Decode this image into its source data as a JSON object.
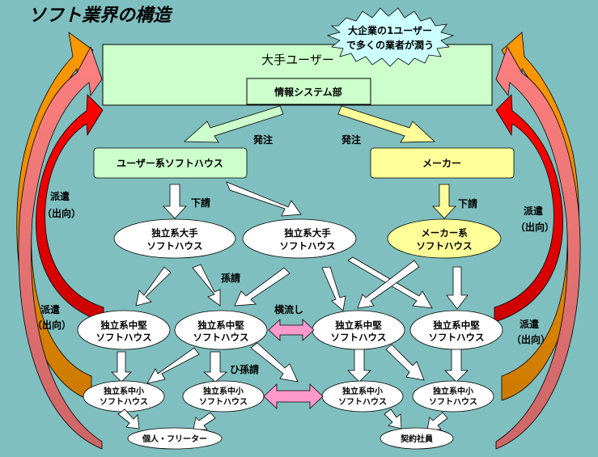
{
  "title": "ソフト業界の構造",
  "callout": {
    "line1": "大企業の1ユーザー",
    "line2": "で多くの業者が潤う"
  },
  "major_user": {
    "label": "大手ユーザー",
    "department": "情報システム部"
  },
  "order_labels": {
    "left": "発注",
    "right": "発注"
  },
  "user_softhouse": "ユーザー系ソフトハウス",
  "maker": "メーカー",
  "subcontract_labels": {
    "left": "下請",
    "right": "下請",
    "grandchild": "孫請",
    "great_grandchild": "ひ孫請",
    "lateral": "横流し"
  },
  "dispatch_label": {
    "line1": "派遣",
    "line2": "（出向）"
  },
  "tier2": [
    {
      "line1": "独立系大手",
      "line2": "ソフトハウス"
    },
    {
      "line1": "独立系大手",
      "line2": "ソフトハウス"
    },
    {
      "line1": "メーカー系",
      "line2": "ソフトハウス"
    }
  ],
  "tier3": [
    {
      "line1": "独立系中堅",
      "line2": "ソフトハウス"
    },
    {
      "line1": "独立系中堅",
      "line2": "ソフトハウス"
    },
    {
      "line1": "独立系中堅",
      "line2": "ソフトハウス"
    },
    {
      "line1": "独立系中堅",
      "line2": "ソフトハウス"
    }
  ],
  "tier4": [
    {
      "line1": "独立系中小",
      "line2": "ソフトハウス"
    },
    {
      "line1": "独立系中小",
      "line2": "ソフトハウス"
    },
    {
      "line1": "独立系中小",
      "line2": "ソフトハウス"
    },
    {
      "line1": "独立系中小",
      "line2": "ソフトハウス"
    }
  ],
  "tier5": {
    "freelance": "個人・フリーター",
    "contract": "契約社員"
  },
  "colors": {
    "background": "#80bfbf",
    "user_box": "#ccffcc",
    "maker_box": "#ffff99",
    "ellipse": "#ffffff",
    "orange_arrow": "#ff9900",
    "pink_arrow": "#ff8080",
    "red_arrow": "#ff0000",
    "lateral_arrow": "#ff99cc"
  }
}
